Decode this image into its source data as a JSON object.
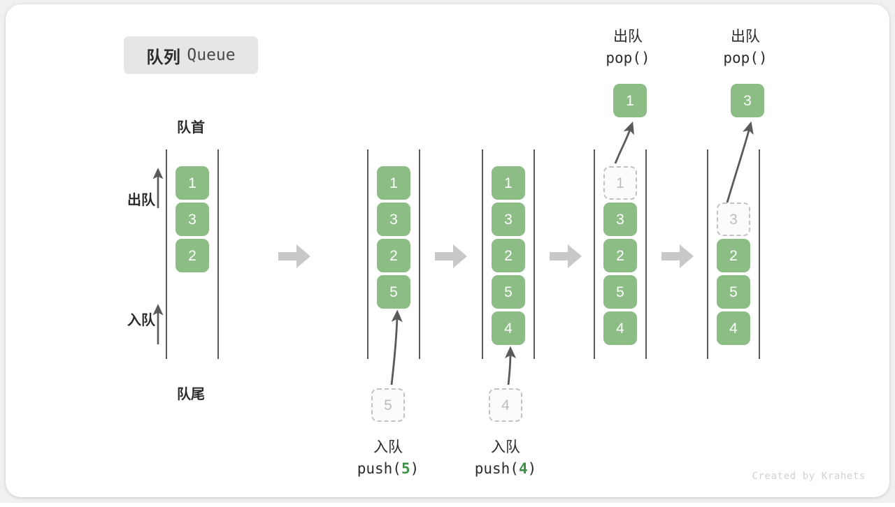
{
  "title": {
    "cn": "队列",
    "en": "Queue"
  },
  "axis_labels": {
    "front": "队首",
    "rear": "队尾",
    "dequeue": "出队",
    "enqueue": "入队"
  },
  "colors": {
    "element_fill": "#8bbd85",
    "element_text": "#ffffff",
    "ghost_border": "#c2c2c2",
    "ghost_text": "#bdbdbd",
    "rail": "#5a5a5a",
    "flow_arrow": "#c8c8c8",
    "badge_bg": "#e6e6e6",
    "text": "#2b2b2b",
    "highlight": "#3f8f45"
  },
  "columns": [
    {
      "id": "state-initial",
      "cells": [
        {
          "value": "1",
          "state": "filled"
        },
        {
          "value": "3",
          "state": "filled"
        },
        {
          "value": "2",
          "state": "filled"
        }
      ]
    },
    {
      "id": "state-after-push-5",
      "cells": [
        {
          "value": "1",
          "state": "filled"
        },
        {
          "value": "3",
          "state": "filled"
        },
        {
          "value": "2",
          "state": "filled"
        },
        {
          "value": "5",
          "state": "filled"
        }
      ]
    },
    {
      "id": "state-after-push-4",
      "cells": [
        {
          "value": "1",
          "state": "filled"
        },
        {
          "value": "3",
          "state": "filled"
        },
        {
          "value": "2",
          "state": "filled"
        },
        {
          "value": "5",
          "state": "filled"
        },
        {
          "value": "4",
          "state": "filled"
        }
      ]
    },
    {
      "id": "state-after-pop-1",
      "cells": [
        {
          "value": "1",
          "state": "ghost"
        },
        {
          "value": "3",
          "state": "filled"
        },
        {
          "value": "2",
          "state": "filled"
        },
        {
          "value": "5",
          "state": "filled"
        },
        {
          "value": "4",
          "state": "filled"
        }
      ]
    },
    {
      "id": "state-after-pop-3",
      "cells": [
        {
          "value": "",
          "state": "empty"
        },
        {
          "value": "3",
          "state": "ghost"
        },
        {
          "value": "2",
          "state": "filled"
        },
        {
          "value": "5",
          "state": "filled"
        },
        {
          "value": "4",
          "state": "filled"
        }
      ]
    }
  ],
  "operations": {
    "push_5": {
      "ghost_value": "5",
      "label_cn": "入队",
      "call_prefix": "push(",
      "call_arg": "5",
      "call_suffix": ")"
    },
    "push_4": {
      "ghost_value": "4",
      "label_cn": "入队",
      "call_prefix": "push(",
      "call_arg": "4",
      "call_suffix": ")"
    },
    "pop_1": {
      "popped_value": "1",
      "label_cn": "出队",
      "call": "pop()"
    },
    "pop_3": {
      "popped_value": "3",
      "label_cn": "出队",
      "call": "pop()"
    }
  },
  "watermark": "Created by Krahets"
}
